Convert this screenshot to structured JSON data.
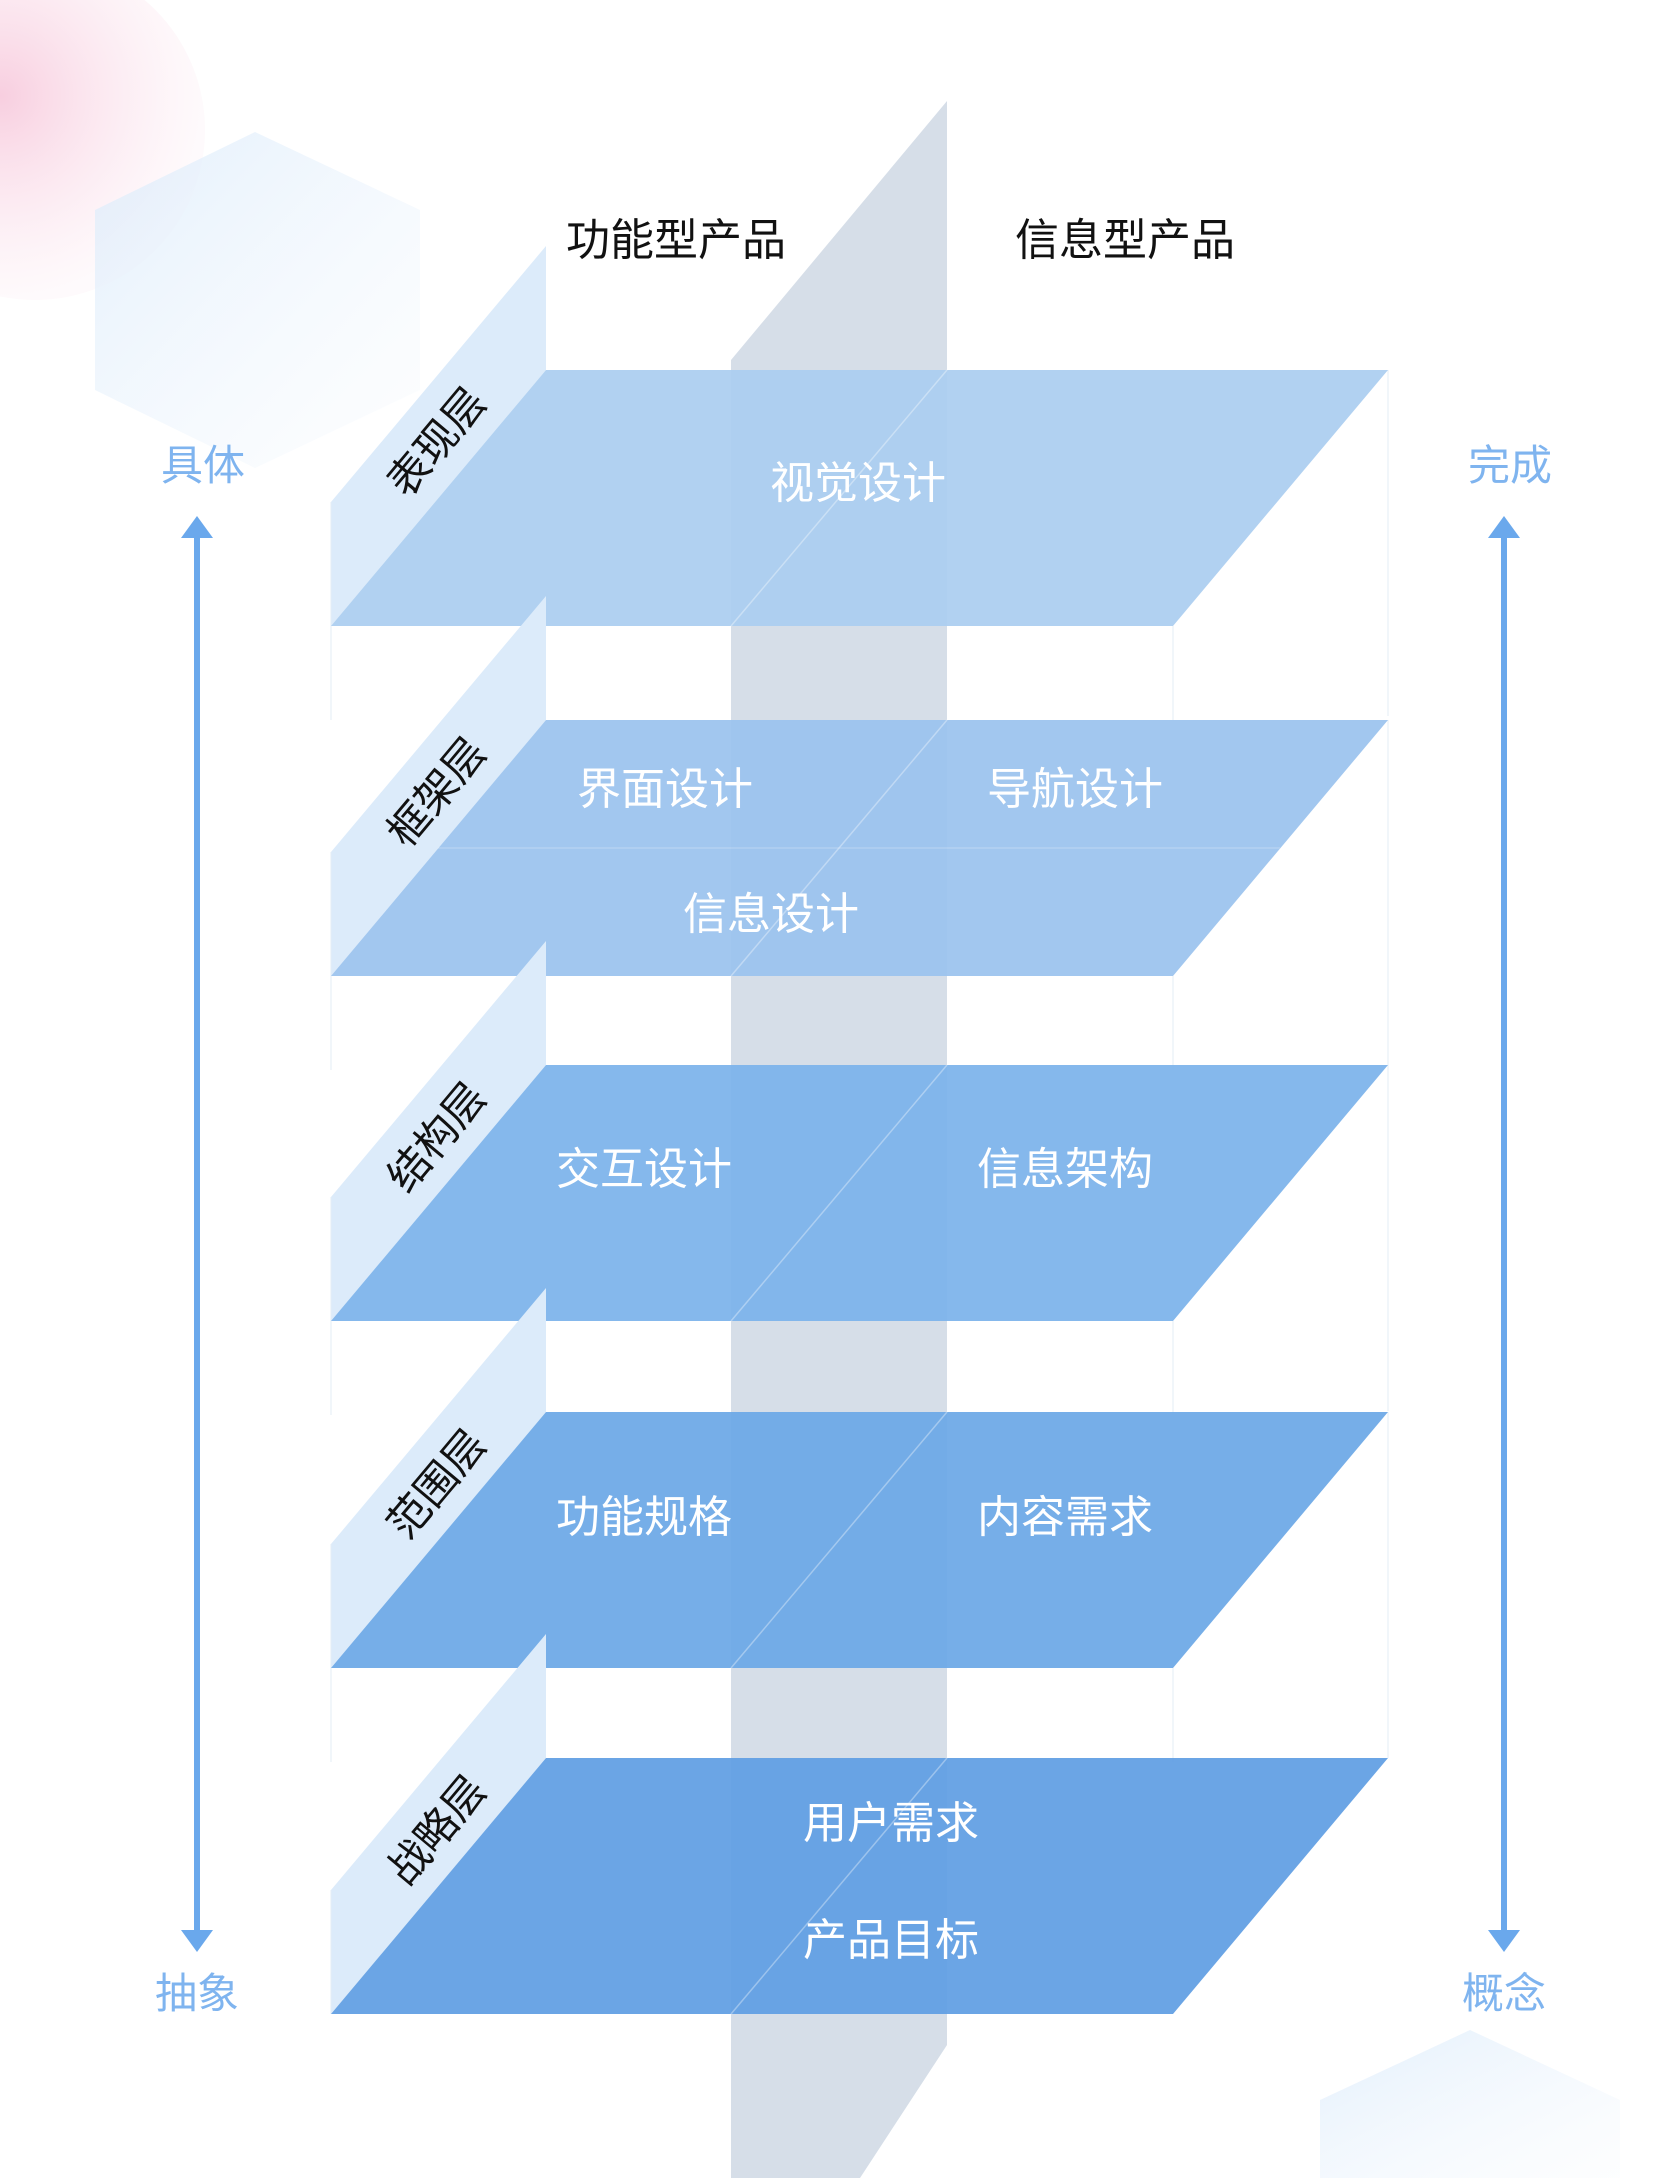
{
  "header": {
    "functional": "功能型产品",
    "informational": "信息型产品"
  },
  "axis_left": {
    "top": "具体",
    "bottom": "抽象"
  },
  "axis_right": {
    "top": "完成",
    "bottom": "概念"
  },
  "layers": [
    {
      "name": "表现层",
      "items": [
        "视觉设计"
      ],
      "color": "#aacdf0"
    },
    {
      "name": "框架层",
      "items": [
        "界面设计",
        "导航设计",
        "信息设计"
      ],
      "color": "#9ac2ee"
    },
    {
      "name": "结构层",
      "items": [
        "交互设计",
        "信息架构"
      ],
      "color": "#7bb2ea"
    },
    {
      "name": "范围层",
      "items": [
        "功能规格",
        "内容需求"
      ],
      "color": "#6aa7e6"
    },
    {
      "name": "战略层",
      "items": [
        "用户需求",
        "产品目标"
      ],
      "color": "#5e9de3"
    }
  ],
  "colors": {
    "wall": "#dcebfa",
    "bar": "#d6dee8",
    "arrow": "#6aa8ec"
  }
}
